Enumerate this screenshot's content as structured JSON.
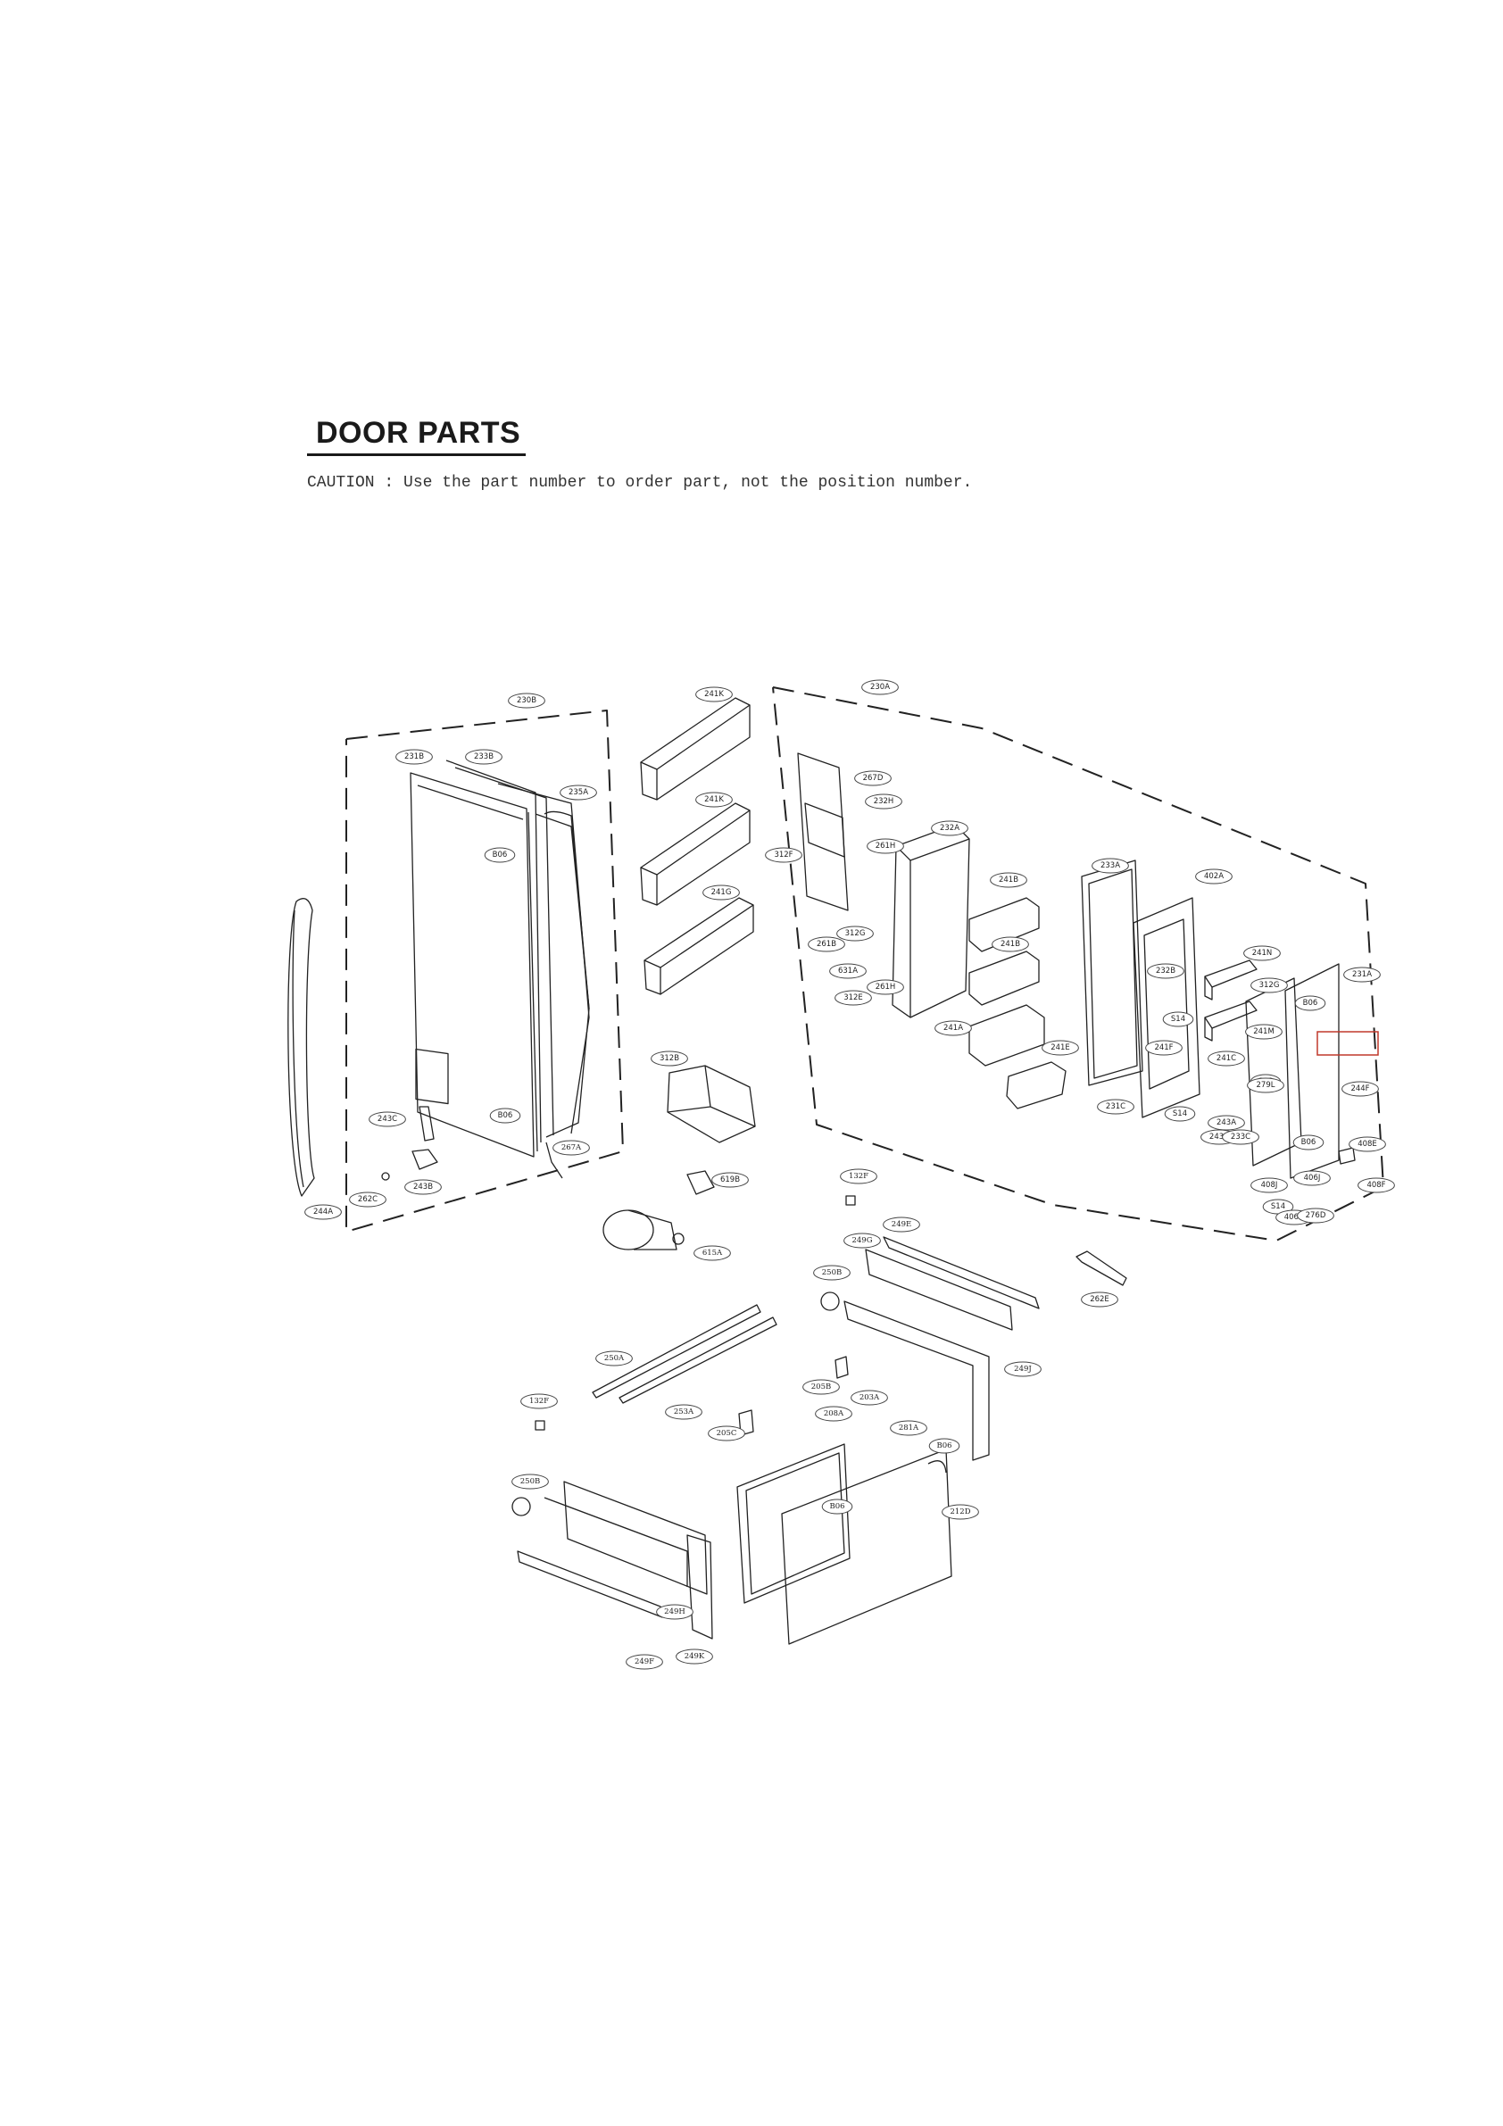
{
  "header": {
    "title": "DOOR PARTS",
    "caution": "CAUTION : Use the part number to order part, not the position number."
  },
  "colors": {
    "ink": "#1a1a1a",
    "callout_border": "#c0392b"
  },
  "callouts": [
    {
      "id": "230B"
    },
    {
      "id": "231B"
    },
    {
      "id": "233B"
    },
    {
      "id": "235A"
    },
    {
      "id": "B06"
    },
    {
      "id": "B06"
    },
    {
      "id": "243C"
    },
    {
      "id": "243B"
    },
    {
      "id": "262C"
    },
    {
      "id": "244A"
    },
    {
      "id": "267A"
    },
    {
      "id": "241K"
    },
    {
      "id": "241K"
    },
    {
      "id": "241G"
    },
    {
      "id": "312B"
    },
    {
      "id": "619B"
    },
    {
      "id": "615A"
    },
    {
      "id": "230A"
    },
    {
      "id": "267D"
    },
    {
      "id": "232H"
    },
    {
      "id": "232A"
    },
    {
      "id": "261H"
    },
    {
      "id": "312F"
    },
    {
      "id": "312G"
    },
    {
      "id": "261B"
    },
    {
      "id": "631A"
    },
    {
      "id": "312E"
    },
    {
      "id": "261H"
    },
    {
      "id": "241B"
    },
    {
      "id": "241B"
    },
    {
      "id": "241A"
    },
    {
      "id": "241E"
    },
    {
      "id": "233A"
    },
    {
      "id": "402A"
    },
    {
      "id": "232B"
    },
    {
      "id": "S14"
    },
    {
      "id": "241F"
    },
    {
      "id": "231C"
    },
    {
      "id": "S14"
    },
    {
      "id": "243A"
    },
    {
      "id": "243C"
    },
    {
      "id": "233C"
    },
    {
      "id": "241N"
    },
    {
      "id": "312G"
    },
    {
      "id": "B06"
    },
    {
      "id": "231A"
    },
    {
      "id": "241M"
    },
    {
      "id": "241C"
    },
    {
      "id": "S08"
    },
    {
      "id": "279L"
    },
    {
      "id": "244F"
    },
    {
      "id": "B06"
    },
    {
      "id": "408E"
    },
    {
      "id": "408J"
    },
    {
      "id": "406J"
    },
    {
      "id": "S14"
    },
    {
      "id": "406H"
    },
    {
      "id": "276D"
    },
    {
      "id": "408F"
    },
    {
      "id": "132F"
    },
    {
      "id": "132F"
    },
    {
      "id": "249E"
    },
    {
      "id": "249G"
    },
    {
      "id": "250B"
    },
    {
      "id": "250B"
    },
    {
      "id": "249J"
    },
    {
      "id": "262E"
    },
    {
      "id": "250A"
    },
    {
      "id": "253A"
    },
    {
      "id": "205B"
    },
    {
      "id": "203A"
    },
    {
      "id": "208A"
    },
    {
      "id": "205C"
    },
    {
      "id": "281A"
    },
    {
      "id": "B06"
    },
    {
      "id": "B06"
    },
    {
      "id": "212D"
    },
    {
      "id": "249H"
    },
    {
      "id": "249F"
    },
    {
      "id": "249K"
    }
  ]
}
